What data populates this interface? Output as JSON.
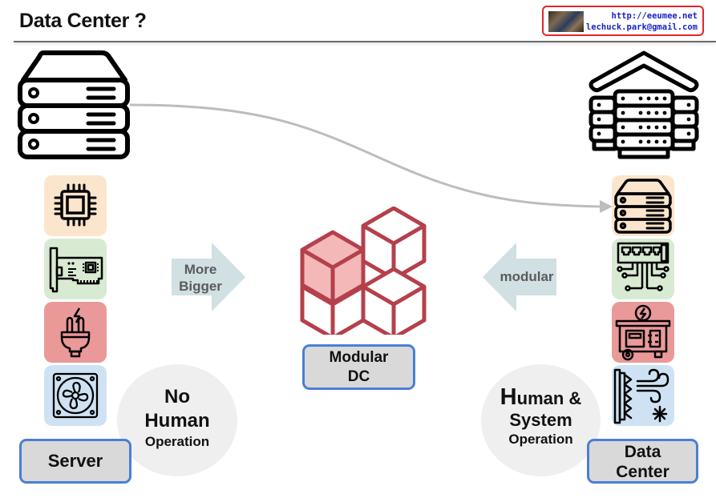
{
  "header": {
    "title": "Data Center ?",
    "badge": {
      "url": "http://eeumee.net",
      "email": "lechuck.park@gmail.com"
    }
  },
  "left": {
    "main_icon": "server-stack-icon",
    "components": [
      {
        "icon": "cpu-icon",
        "color": "#fce5cd"
      },
      {
        "icon": "network-card-icon",
        "color": "#d9ead3"
      },
      {
        "icon": "power-plug-icon",
        "color": "#ea9999"
      },
      {
        "icon": "cooling-fan-icon",
        "color": "#cfe2f3"
      }
    ],
    "label": "Server",
    "operation": {
      "line1": "No",
      "line2": "Human",
      "line3": "Operation"
    }
  },
  "center": {
    "arrow_right_text": [
      "More",
      "Bigger"
    ],
    "arrow_left_text": "modular",
    "icon": "modular-cubes-icon",
    "label": [
      "Modular",
      "DC"
    ],
    "accent": "#b5404b"
  },
  "right": {
    "main_icon": "datacenter-building-icon",
    "components": [
      {
        "icon": "server-icon",
        "color": "#fce5cd"
      },
      {
        "icon": "network-switch-icon",
        "color": "#d9ead3"
      },
      {
        "icon": "power-generator-icon",
        "color": "#ea9999"
      },
      {
        "icon": "hvac-cooling-icon",
        "color": "#cfe2f3"
      }
    ],
    "label": [
      "Data",
      "Center"
    ],
    "operation": {
      "cap": "H",
      "line1_rest": "uman &",
      "line2": "System",
      "line3": "Operation"
    }
  },
  "connector": {
    "from": "server",
    "to": "datacenter-server-tile",
    "color": "#bdbdbd"
  }
}
